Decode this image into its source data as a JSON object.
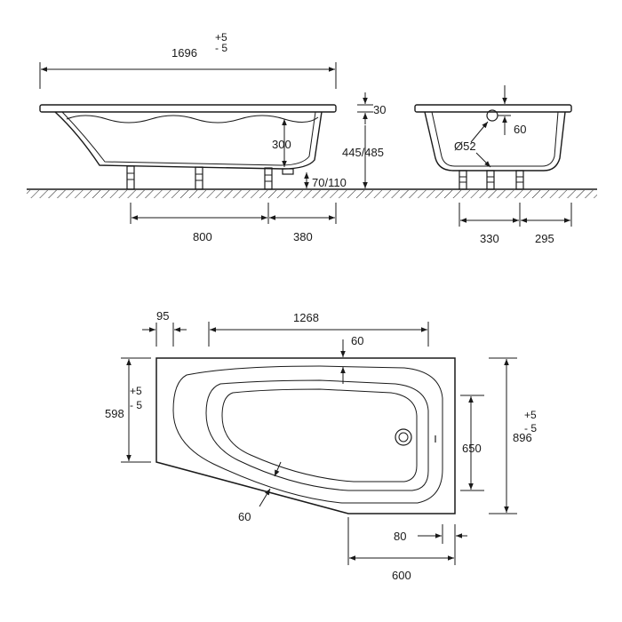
{
  "dimensions": {
    "length": "1696",
    "tol_plus": "+5",
    "tol_minus": "- 5",
    "rim_height": "30",
    "depth": "300",
    "total_height": "445/485",
    "leg_height": "70/110",
    "leg_spacing_long": "800",
    "leg_spacing_end": "380",
    "side_drain_offset": "60",
    "drain_diameter": "Ø52",
    "side_leg_spacing_a": "330",
    "side_leg_spacing_b": "295",
    "rim_left": "95",
    "inner_length": "1268",
    "rim_top": "60",
    "short_width": "598",
    "drain_span": "650",
    "full_width": "896",
    "rim_diagonal": "60",
    "rim_corner": "80",
    "corner_length": "600"
  },
  "colors": {
    "line": "#1a1a1a",
    "background": "#ffffff"
  }
}
